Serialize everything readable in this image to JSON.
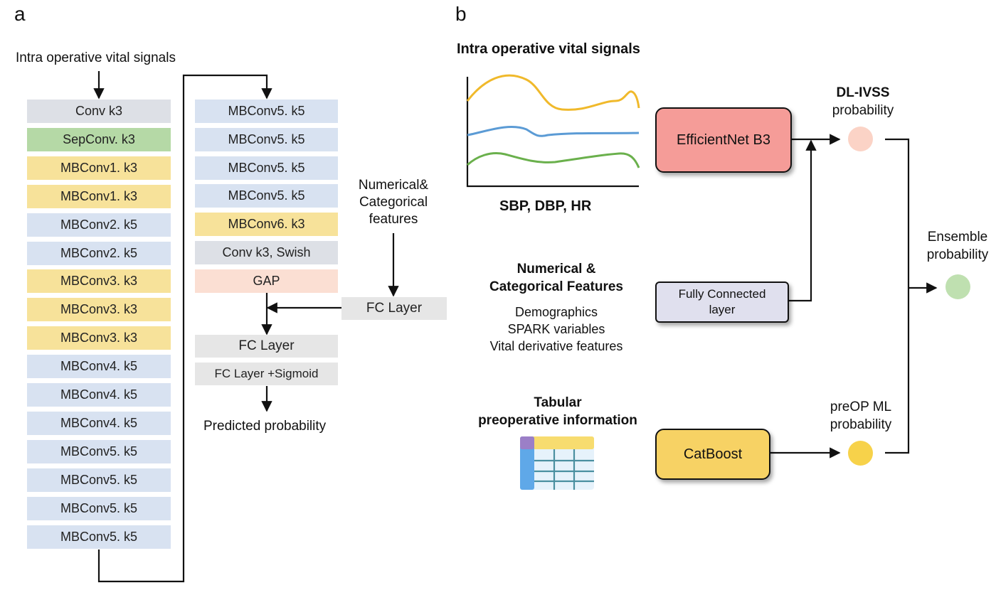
{
  "panel_a": {
    "label": "a",
    "input_label": "Intra operative vital signals",
    "left_column": [
      {
        "text": "Conv k3",
        "color": "gray"
      },
      {
        "text": "SepConv. k3",
        "color": "green"
      },
      {
        "text": "MBConv1. k3",
        "color": "yellow"
      },
      {
        "text": "MBConv1. k3",
        "color": "yellow"
      },
      {
        "text": "MBConv2. k5",
        "color": "blue"
      },
      {
        "text": "MBConv2. k5",
        "color": "blue"
      },
      {
        "text": "MBConv3. k3",
        "color": "yellow"
      },
      {
        "text": "MBConv3. k3",
        "color": "yellow"
      },
      {
        "text": "MBConv3. k3",
        "color": "yellow"
      },
      {
        "text": "MBConv4. k5",
        "color": "blue"
      },
      {
        "text": "MBConv4. k5",
        "color": "blue"
      },
      {
        "text": "MBConv4. k5",
        "color": "blue"
      },
      {
        "text": "MBConv5. k5",
        "color": "blue"
      },
      {
        "text": "MBConv5. k5",
        "color": "blue"
      },
      {
        "text": "MBConv5. k5",
        "color": "blue"
      },
      {
        "text": "MBConv5. k5",
        "color": "blue"
      }
    ],
    "right_column": [
      {
        "text": "MBConv5. k5",
        "color": "blue"
      },
      {
        "text": "MBConv5. k5",
        "color": "blue"
      },
      {
        "text": "MBConv5. k5",
        "color": "blue"
      },
      {
        "text": "MBConv5. k5",
        "color": "blue"
      },
      {
        "text": "MBConv6. k3",
        "color": "yellow"
      },
      {
        "text": "Conv k3, Swish",
        "color": "gray"
      },
      {
        "text": "GAP",
        "color": "pink"
      }
    ],
    "fc_layer_1": "FC Layer",
    "fc_layer_sigmoid": "FC Layer +Sigmoid",
    "output_label": "Predicted probability",
    "features_label": [
      "Numerical&",
      "Categorical",
      "features"
    ],
    "features_fc": "FC Layer"
  },
  "panel_b": {
    "label": "b",
    "vital_title": "Intra operative vital signals",
    "vital_caption": "SBP, DBP, HR",
    "features_title": [
      "Numerical &",
      "Categorical Features"
    ],
    "features_list": [
      "Demographics",
      "SPARK variables",
      "Vital derivative features"
    ],
    "tabular_title": [
      "Tabular",
      "preoperative information"
    ],
    "efficientnet": "EfficientNet B3",
    "fully_connected": [
      "Fully Connected",
      "layer"
    ],
    "catboost": "CatBoost",
    "dl_title": "DL-IVSS",
    "dl_sub": "probability",
    "preop_title": [
      "preOP ML",
      "probability"
    ],
    "ensemble_title": [
      "Ensemble",
      "probability"
    ]
  },
  "colors": {
    "gray": "#dde0e6",
    "green": "#b5d9a6",
    "yellow": "#f7e29a",
    "blue": "#d8e2f1",
    "pink": "#fbdfd3",
    "efficientnet": "#f59c98",
    "fc_box": "#e0e0ee",
    "catboost": "#f7d264",
    "dl_circle": "#fbd3c6",
    "preop_circle": "#f7d24a",
    "ensemble_circle": "#bfe0b0",
    "line_yellow": "#f0b92b",
    "line_blue": "#5b9bd5",
    "line_green": "#6ab04c"
  }
}
